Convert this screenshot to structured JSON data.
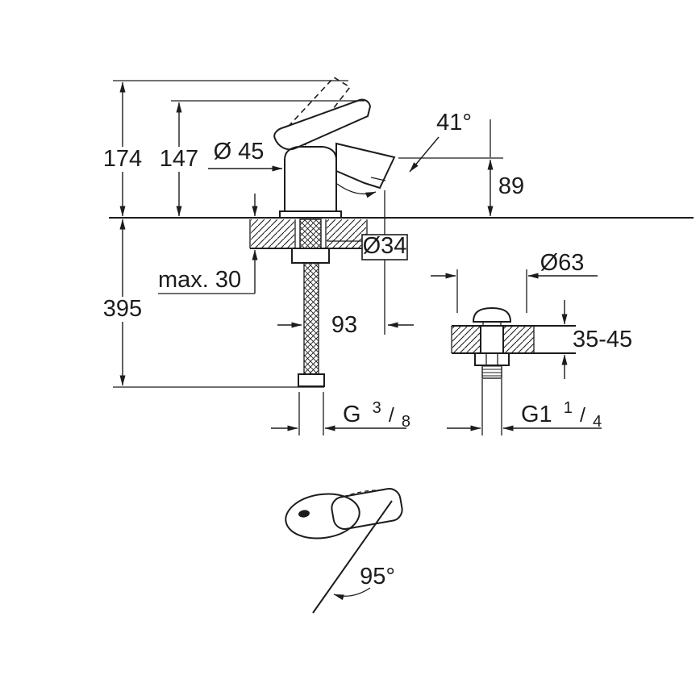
{
  "drawing": {
    "background": "#ffffff",
    "ink": "#1c1c1c",
    "labels": {
      "height_overall": "174",
      "height_to_spout_top": "147",
      "base_diameter": "Ø 45",
      "spout_angle": "41°",
      "spout_height": "89",
      "deck_thickness_max": "max. 30",
      "hose_length": "395",
      "hole_diameter": "Ø34",
      "spout_projection": "93",
      "waste_cap_diameter": "Ø63",
      "waste_deck_range": "35-45",
      "supply_thread": {
        "base": "G",
        "sup": "3",
        "slash": "/",
        "sub": "8"
      },
      "waste_thread": {
        "base": "G1",
        "sup": "1",
        "slash": "/",
        "sub": "4"
      },
      "handle_swing_angle": "95°"
    }
  }
}
